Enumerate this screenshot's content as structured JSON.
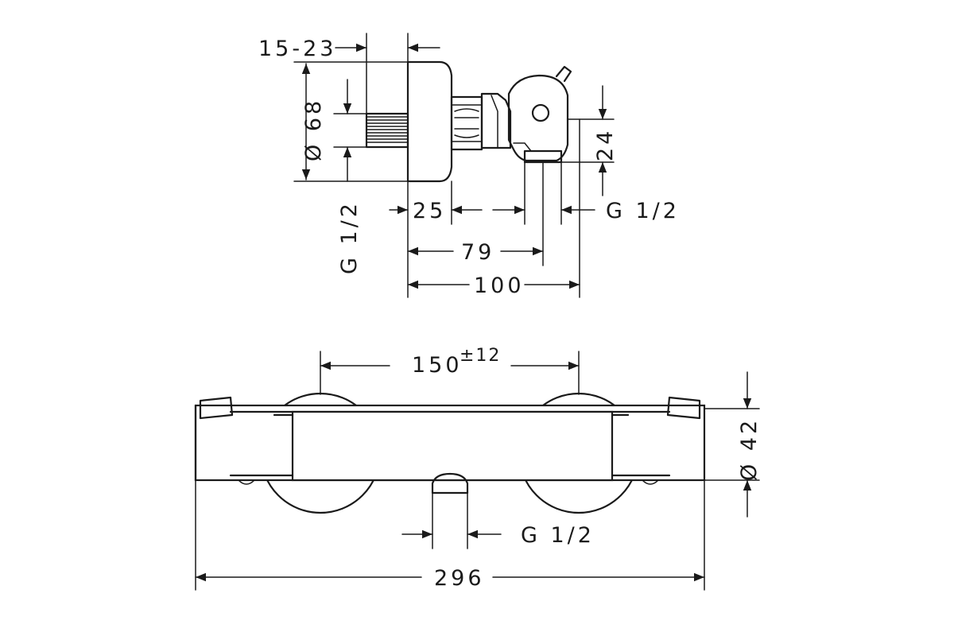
{
  "side_view": {
    "labels": {
      "wall_depth": "15-23",
      "diameter": "Ø 68",
      "thread_left": "G 1/2",
      "thread_right": "G 1/2",
      "offset": "24",
      "spacing_25": "25",
      "spacing_79": "79",
      "spacing_100": "100"
    }
  },
  "front_view": {
    "labels": {
      "center_distance": "150",
      "tolerance": "±12",
      "diameter": "Ø 42",
      "outlet_thread": "G 1/2",
      "total_width": "296"
    }
  }
}
